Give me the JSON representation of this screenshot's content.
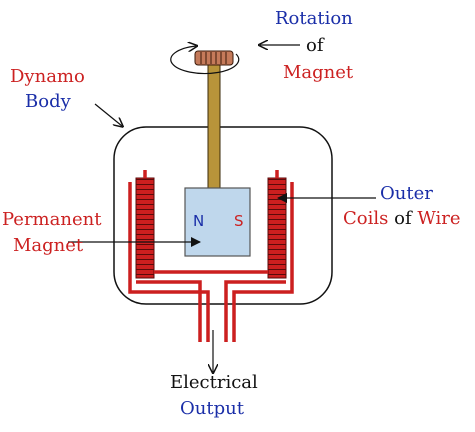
{
  "labels": {
    "rotation": "Rotation",
    "of_1": "of",
    "magnet_top": "Magnet",
    "dynamo": "Dynamo",
    "body": "Body",
    "outer": "Outer",
    "coils": "Coils",
    "of_2": "of",
    "wire": "Wire",
    "permanent": "Permanent",
    "magnet_left": "Magnet",
    "pole_n": "N",
    "pole_s": "S",
    "electrical": "Electrical",
    "output": "Output"
  },
  "colors": {
    "coil": "#cc1f1f",
    "magnet_fill": "#bfd7ec",
    "shaft": "#b8943a",
    "knob": "#c47a5a",
    "text_red": "#cc2222",
    "text_blue": "#1a2ea8"
  }
}
